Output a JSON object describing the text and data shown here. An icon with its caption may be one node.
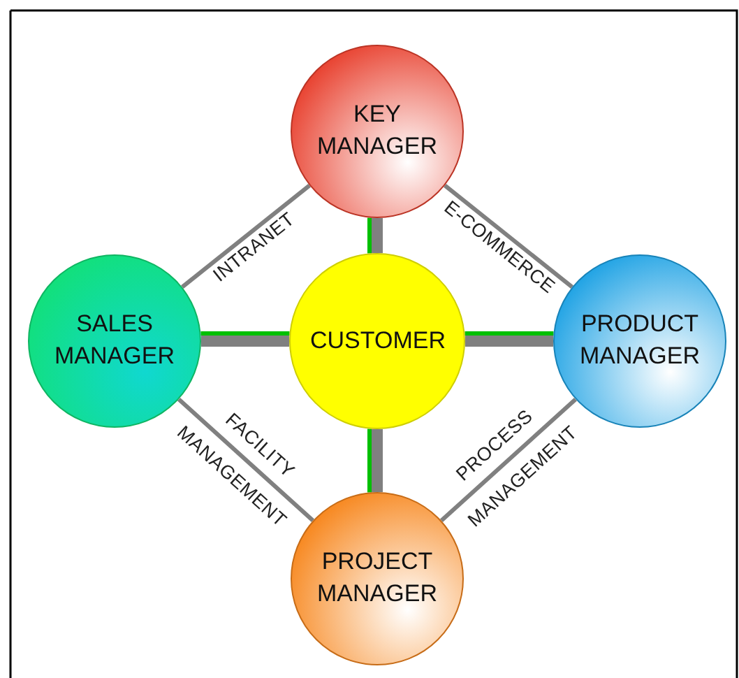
{
  "diagram": {
    "nodes": [
      {
        "text": [
          "KEY MANAGER"
        ]
      },
      {
        "text": [
          "SALES MANAGER"
        ]
      },
      {
        "text": [
          "CUSTOMER"
        ]
      },
      {
        "text": [
          "PRODUCT MANAGER"
        ]
      },
      {
        "text": [
          "PROJECT MANAGER"
        ]
      }
    ],
    "edges": [
      {
        "from": 1,
        "to": 0,
        "arrow": "none",
        "label": "INTRANET"
      },
      {
        "from": 0,
        "to": 3,
        "arrow": "none",
        "label": "E-COMMERCE"
      },
      {
        "from": 1,
        "to": 4,
        "arrow": "none",
        "label": "FACILITY MANAGEMENT"
      },
      {
        "from": 4,
        "to": 3,
        "arrow": "none",
        "label": "PROCESS MANAGEMENT"
      },
      {
        "from": 2,
        "to": 0,
        "arrow": "none",
        "style": "thick"
      },
      {
        "from": 2,
        "to": 1,
        "arrow": "none",
        "style": "thick"
      },
      {
        "from": 2,
        "to": 3,
        "arrow": "none",
        "style": "thick"
      },
      {
        "from": 2,
        "to": 4,
        "arrow": "none",
        "style": "thick"
      },
      {
        "from": 2,
        "to": 0,
        "arrow": "none",
        "color": "#00c000"
      },
      {
        "from": 2,
        "to": 1,
        "arrow": "none",
        "color": "#00c000"
      },
      {
        "from": 2,
        "to": 3,
        "arrow": "none",
        "color": "#00c000"
      },
      {
        "from": 2,
        "to": 4,
        "arrow": "none",
        "color": "#00c000"
      }
    ]
  }
}
